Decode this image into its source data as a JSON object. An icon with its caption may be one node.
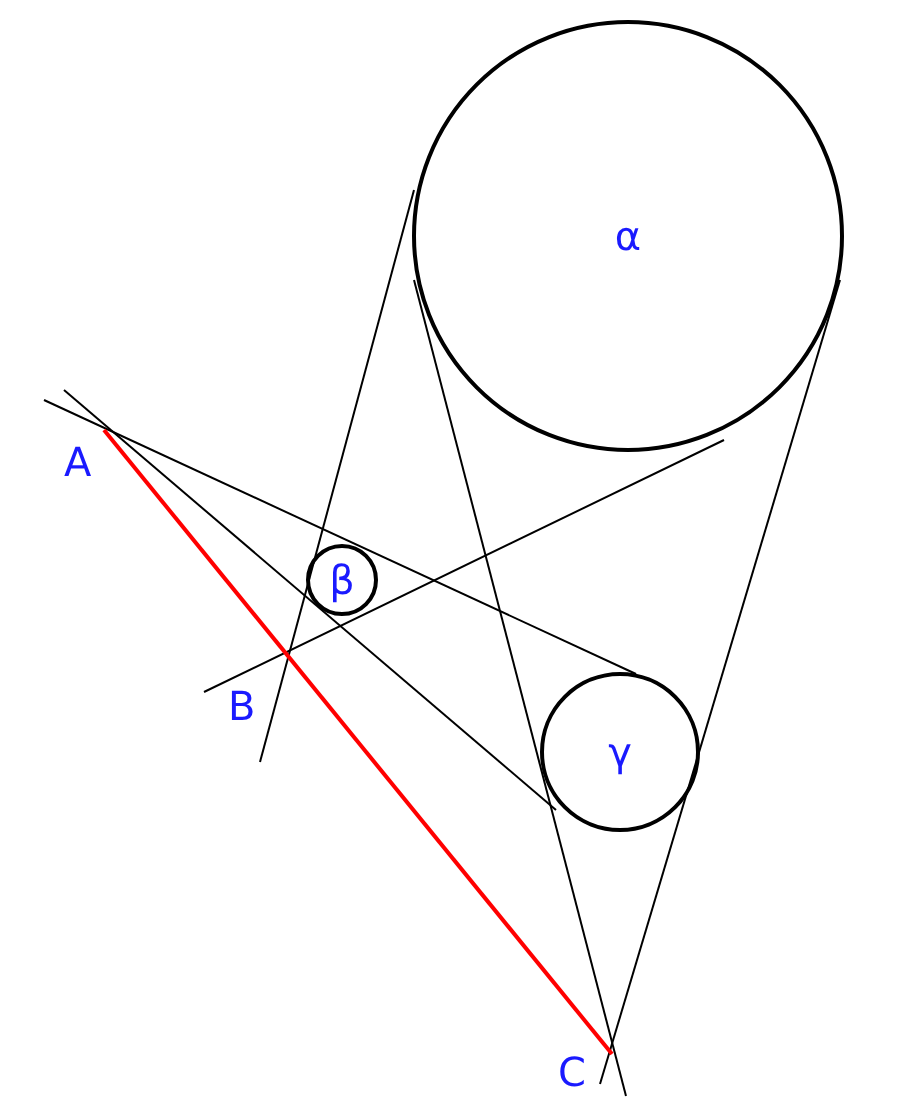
{
  "diagram": {
    "nodes": [
      {
        "text": [
          "α"
        ]
      },
      {
        "text": [
          "β"
        ]
      },
      {
        "text": [
          "γ"
        ]
      }
    ],
    "labels": [
      "A",
      "B",
      "C"
    ]
  }
}
